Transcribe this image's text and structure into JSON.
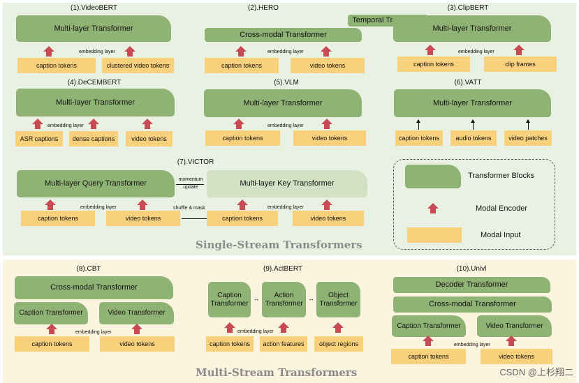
{
  "top_section_label": "Single-Stream Transformers",
  "bottom_section_label": "Multi-Stream Transformers",
  "embedding_layer": "embedding layer",
  "models": {
    "videobert": {
      "title": "(1).VideoBERT",
      "block": "Multi-layer Transformer",
      "inputs": [
        "caption tokens",
        "clustered video tokens"
      ]
    },
    "hero": {
      "title": "(2).HERO",
      "temporal": "Temporal Transformer",
      "block": "Cross-modal Transformer",
      "inputs": [
        "caption tokens",
        "video tokens"
      ]
    },
    "clipbert": {
      "title": "(3).ClipBERT",
      "block": "Multi-layer Transformer",
      "inputs": [
        "caption tokens",
        "clip frames"
      ]
    },
    "decembert": {
      "title": "(4).DeCEMBERT",
      "block": "Multi-layer Transformer",
      "inputs": [
        "ASR captions",
        "dense captions",
        "video tokens"
      ]
    },
    "vlm": {
      "title": "(5).VLM",
      "block": "Multi-layer Transformer",
      "inputs": [
        "caption tokens",
        "video tokens"
      ]
    },
    "vatt": {
      "title": "(6).VATT",
      "block": "Multi-layer Transformer",
      "inputs": [
        "caption tokens",
        "audio tokens",
        "video patches"
      ]
    },
    "victor": {
      "title": "(7).VICTOR",
      "query": "Multi-layer Query Transformer",
      "key": "Multi-layer Key Transformer",
      "momentum": "momentum",
      "update": "update",
      "shuffle": "shuffle & mask",
      "inputs": [
        "caption tokens",
        "video tokens",
        "caption tokens",
        "video tokens"
      ]
    },
    "cbt": {
      "title": "(8).CBT",
      "block": "Cross-modal  Transformer",
      "caption_block": "Caption Transformer",
      "video_block": "Video Transformer",
      "inputs": [
        "caption tokens",
        "video tokens"
      ]
    },
    "actbert": {
      "title": "(9).ActBERT",
      "blocks": [
        "Caption Transformer",
        "Action Transformer",
        "Object Transformer"
      ],
      "inputs": [
        "caption tokens",
        "action features",
        "object regions"
      ]
    },
    "univl": {
      "title": "(10).Univl",
      "decoder": "Decoder  Transformer",
      "block": "Cross-modal  Transformer",
      "caption_block": "Caption Transformer",
      "video_block": "Video Transformer",
      "inputs": [
        "caption tokens",
        "video tokens"
      ]
    }
  },
  "legend": {
    "items": [
      "Transformer Blocks",
      "Modal Encoder",
      "Modal Input"
    ]
  },
  "watermark": "CSDN @上杉翔二",
  "colors": {
    "transformer_block": "#8fb374",
    "key_transformer": "#d2e1c4",
    "modal_input": "#f9d17d",
    "modal_encoder": "#c84a52",
    "single_stream_bg": "#e9f1e3",
    "multi_stream_bg": "#fbf4df"
  }
}
